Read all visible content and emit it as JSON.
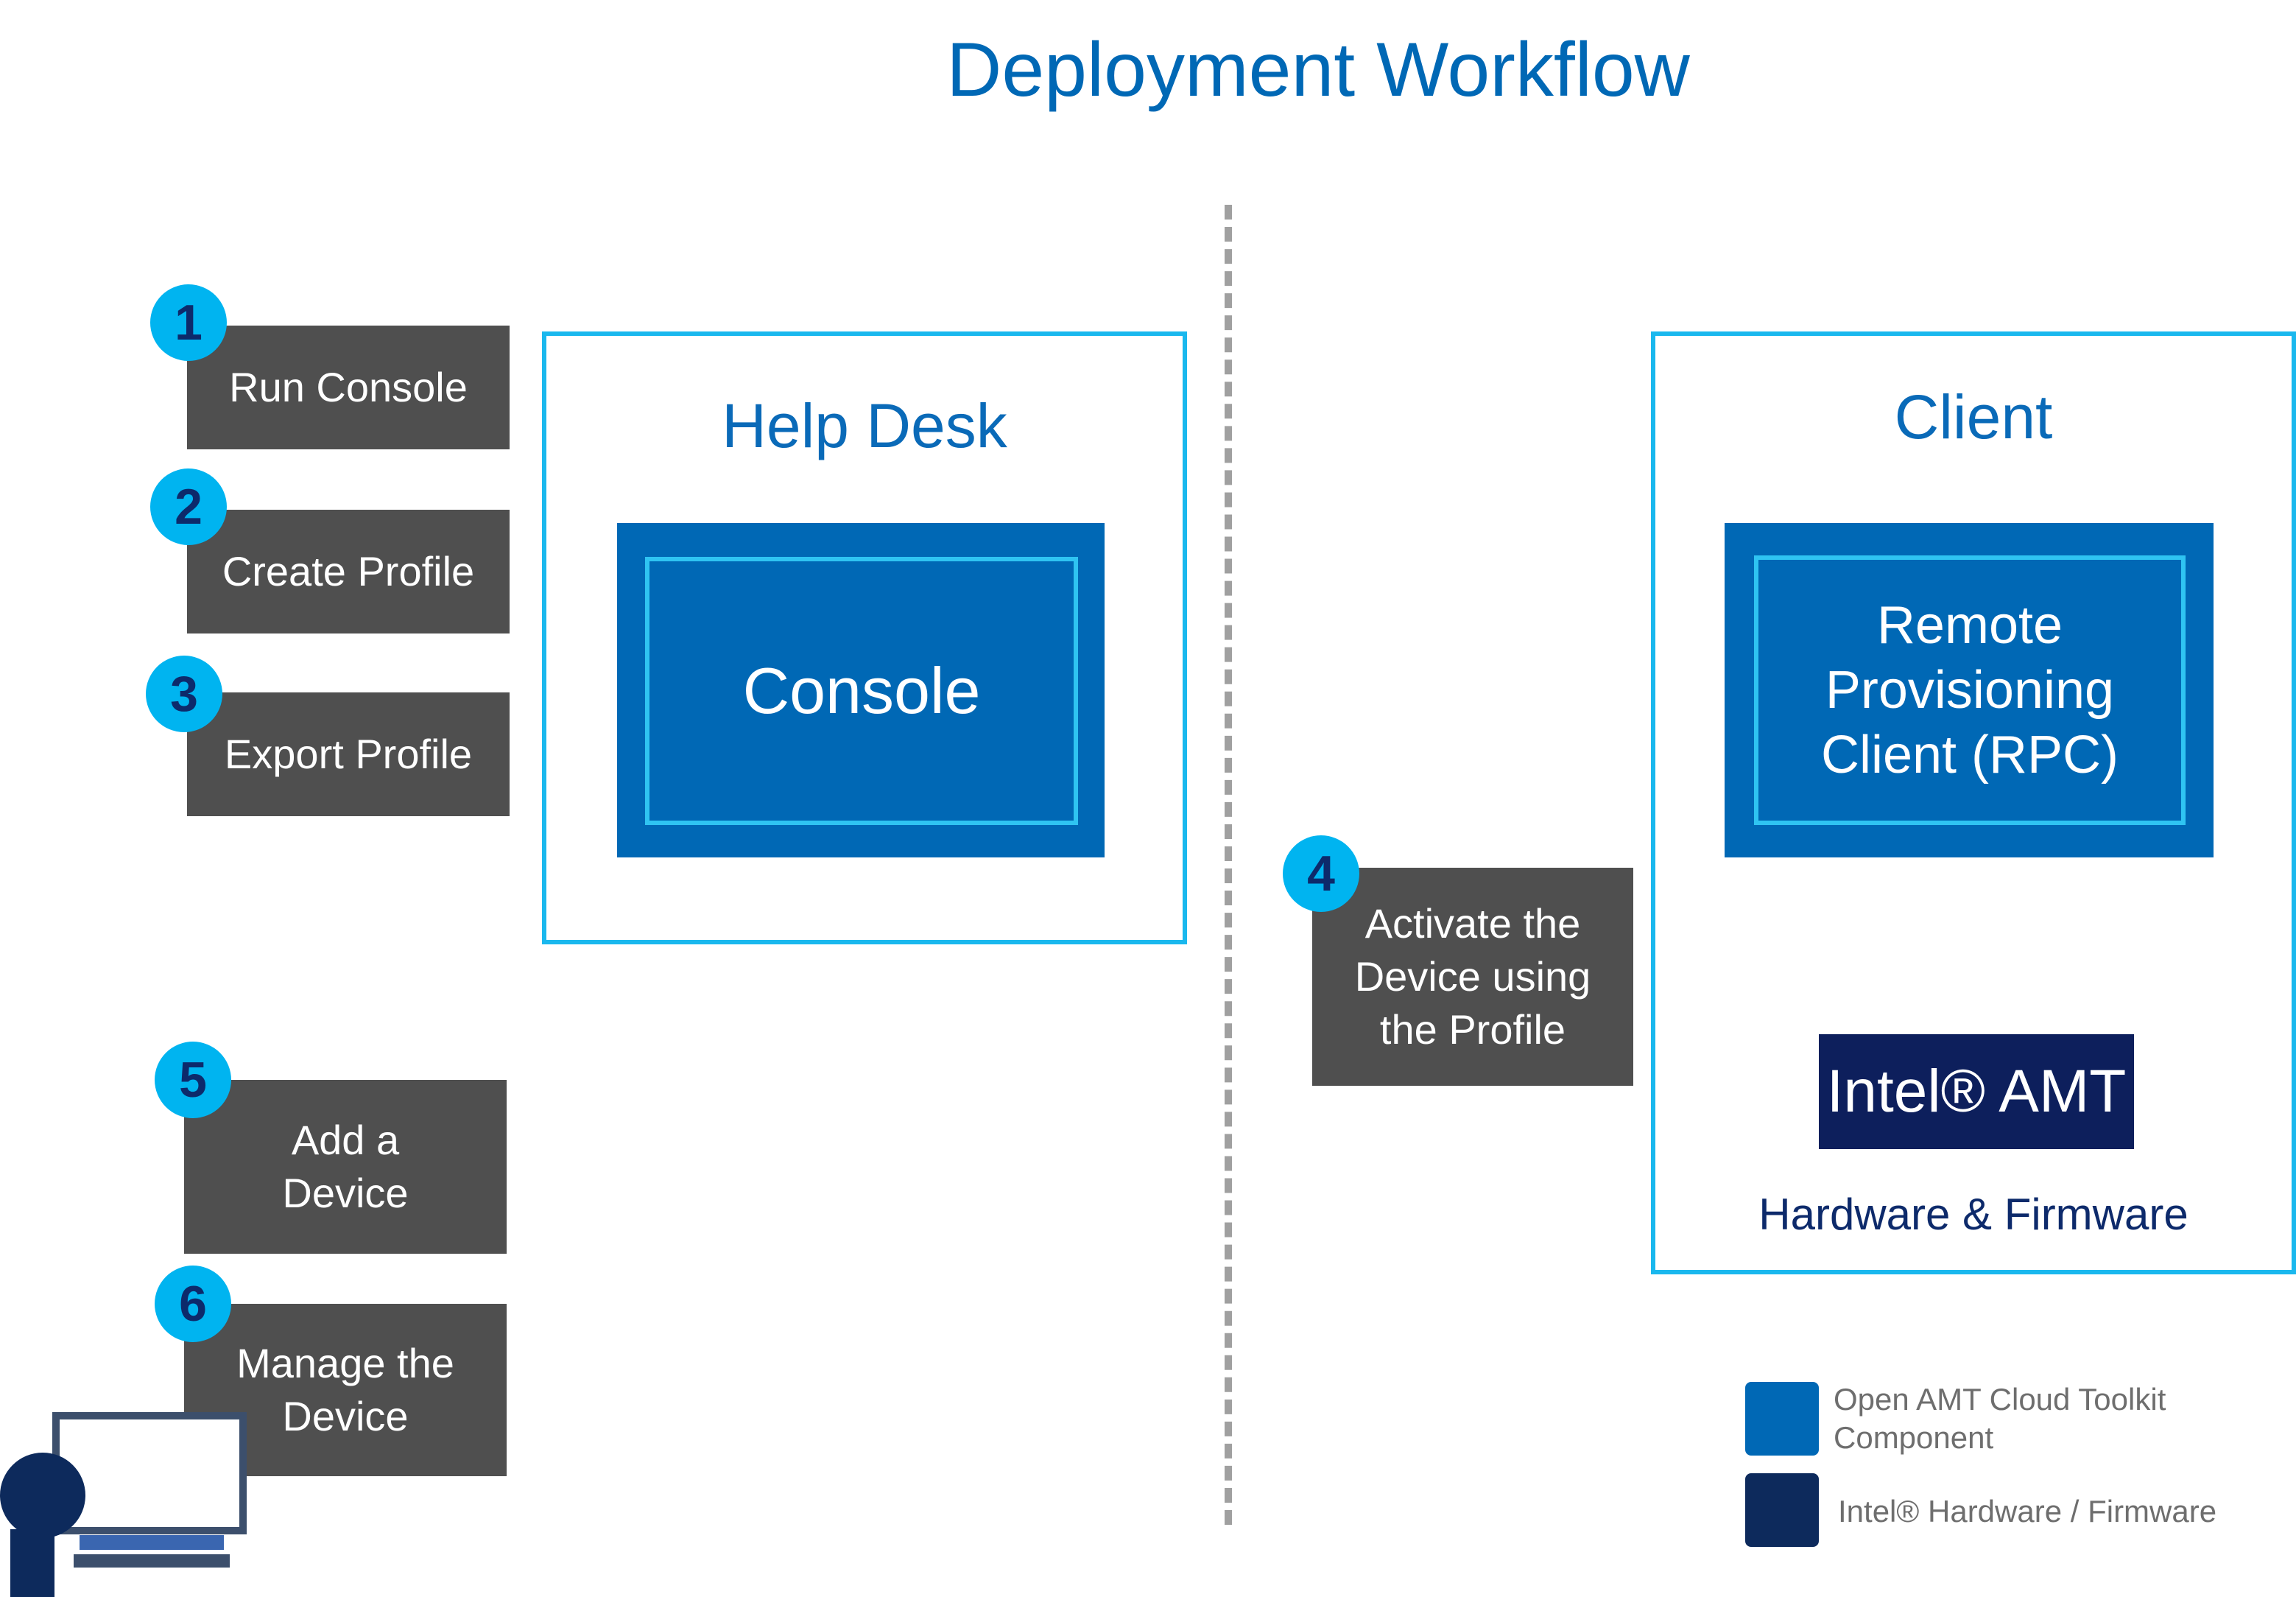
{
  "title": "Deployment Workflow",
  "steps": [
    {
      "number": "1",
      "label": "Run Console"
    },
    {
      "number": "2",
      "label": "Create Profile"
    },
    {
      "number": "3",
      "label": "Export Profile"
    },
    {
      "number": "4",
      "label": "Activate the\nDevice using\nthe Profile"
    },
    {
      "number": "5",
      "label": "Add a\nDevice"
    },
    {
      "number": "6",
      "label": "Manage the\nDevice"
    }
  ],
  "help_desk": {
    "title": "Help Desk",
    "component": "Console"
  },
  "client": {
    "title": "Client",
    "component": "Remote\nProvisioning\nClient (RPC)",
    "amt_label": "Intel® AMT",
    "hardware_label": "Hardware & Firmware"
  },
  "legend": [
    {
      "label": "Open AMT Cloud Toolkit\nComponent",
      "color": "#0068b5"
    },
    {
      "label": "Intel® Hardware / Firmware",
      "color": "#0d2a5c"
    }
  ],
  "colors": {
    "accent": "#0068b5",
    "frame": "#1ab8ee",
    "badge": "#00b4f0",
    "step_box": "#4f4f4f",
    "intel_dark": "#0d1f5c"
  }
}
